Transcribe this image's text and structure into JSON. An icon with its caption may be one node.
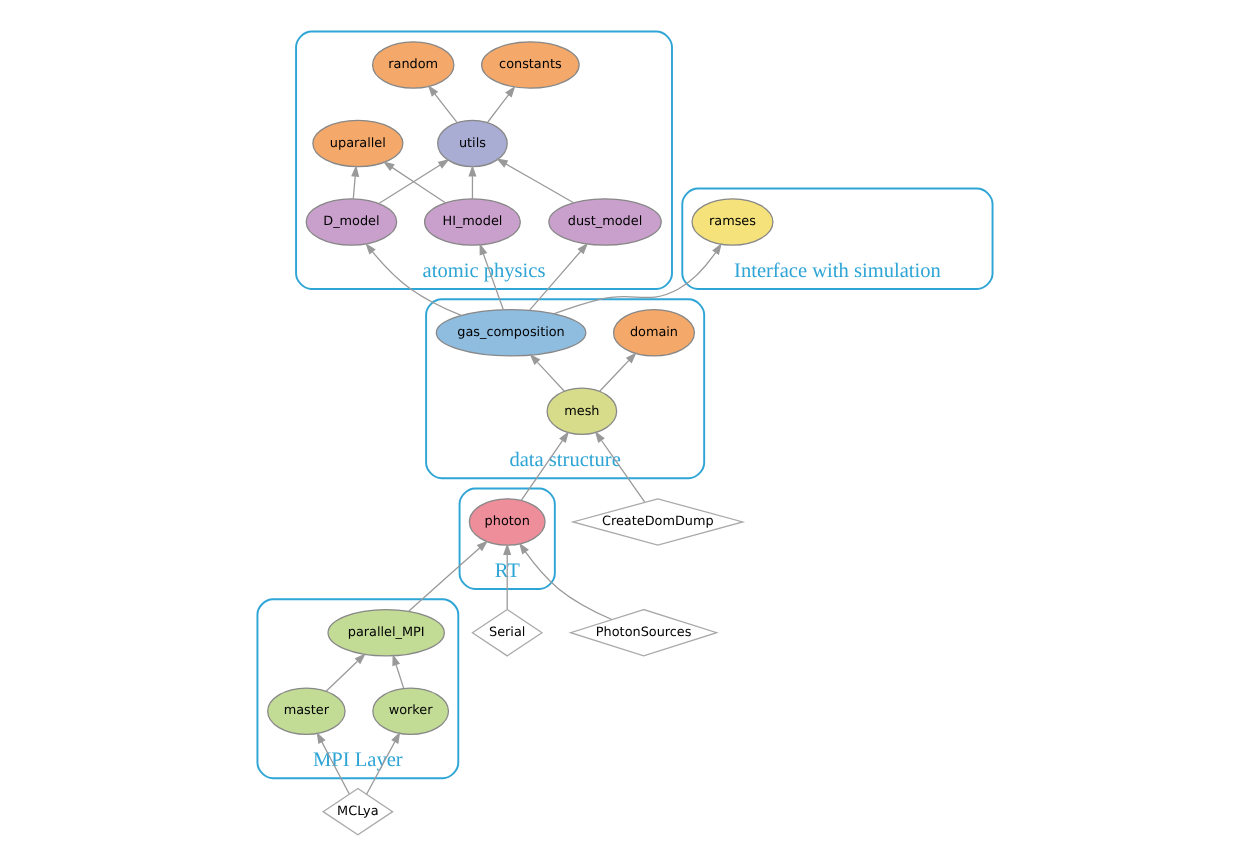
{
  "diagram": {
    "nodes": [
      {
        "text": [
          "atomic physics"
        ]
      },
      {
        "text": [
          "D_model"
        ],
        "in": 0
      },
      {
        "text": [
          "uparallel"
        ],
        "in": 0
      },
      {
        "text": [
          "random"
        ],
        "in": 0
      },
      {
        "text": [
          "HI_model"
        ],
        "in": 0
      },
      {
        "text": [
          "utils"
        ],
        "in": 0
      },
      {
        "text": [
          "dust_model"
        ],
        "in": 0
      },
      {
        "text": [
          "constants"
        ],
        "in": 0
      },
      {
        "text": [
          "Interface with simulation"
        ]
      },
      {
        "text": [
          "ramses"
        ],
        "in": 8
      },
      {
        "text": [
          "data structure"
        ]
      },
      {
        "text": [
          "gas_composition"
        ],
        "in": 10
      },
      {
        "text": [
          "mesh"
        ],
        "in": 10
      },
      {
        "text": [
          "domain"
        ],
        "in": 10
      },
      {
        "text": [
          "RT"
        ]
      },
      {
        "text": [
          "photon"
        ],
        "in": 14
      },
      {
        "text": [
          "MPI Layer"
        ]
      },
      {
        "text": [
          "worker"
        ],
        "in": 16
      },
      {
        "text": [
          "parallel_MPI"
        ],
        "in": 16
      },
      {
        "text": [
          "master"
        ],
        "in": 16
      },
      {
        "text": [
          "CreateDomDump"
        ]
      },
      {
        "text": [
          "Serial"
        ]
      },
      {
        "text": [
          "PhotonSources"
        ]
      },
      {
        "text": [
          "MCLya"
        ]
      }
    ],
    "edges": [
      {
        "from": 11,
        "to": 1,
        "arrow": "to"
      },
      {
        "from": 11,
        "to": 9,
        "arrow": "to"
      },
      {
        "from": 11,
        "to": 4,
        "arrow": "to"
      },
      {
        "from": 11,
        "to": 6,
        "arrow": "to"
      },
      {
        "from": 1,
        "to": 2,
        "arrow": "to"
      },
      {
        "from": 1,
        "to": 5,
        "arrow": "to"
      },
      {
        "from": 4,
        "to": 2,
        "arrow": "to"
      },
      {
        "from": 4,
        "to": 5,
        "arrow": "to"
      },
      {
        "from": 6,
        "to": 5,
        "arrow": "to"
      },
      {
        "from": 5,
        "to": 3,
        "arrow": "to"
      },
      {
        "from": 5,
        "to": 7,
        "arrow": "to"
      },
      {
        "from": 12,
        "to": 11,
        "arrow": "to"
      },
      {
        "from": 12,
        "to": 13,
        "arrow": "to"
      },
      {
        "from": 20,
        "to": 12,
        "arrow": "to"
      },
      {
        "from": 15,
        "to": 12,
        "arrow": "to"
      },
      {
        "from": 21,
        "to": 15,
        "arrow": "to"
      },
      {
        "from": 22,
        "to": 15,
        "arrow": "to"
      },
      {
        "from": 18,
        "to": 15,
        "arrow": "to"
      },
      {
        "from": 17,
        "to": 18,
        "arrow": "to"
      },
      {
        "from": 19,
        "to": 18,
        "arrow": "to"
      },
      {
        "from": 23,
        "to": 17,
        "arrow": "to"
      },
      {
        "from": 23,
        "to": 19,
        "arrow": "to"
      }
    ]
  }
}
